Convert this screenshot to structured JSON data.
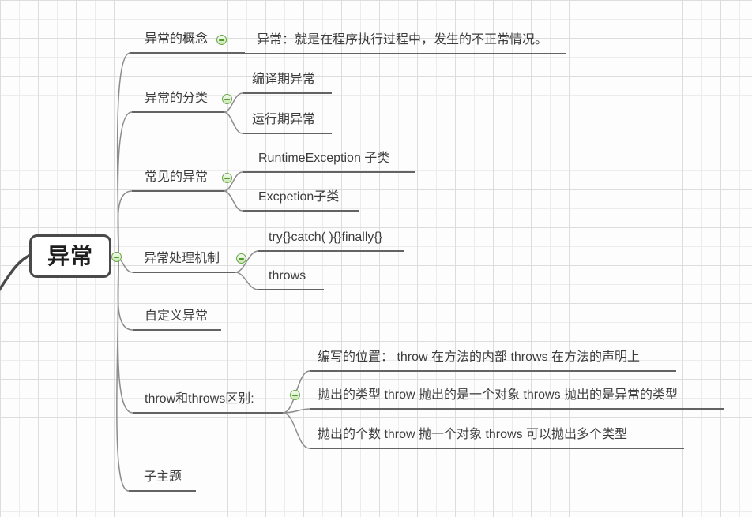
{
  "root": {
    "label": "异常"
  },
  "branches": [
    {
      "label": "异常的概念",
      "children": [
        {
          "label": "异常：就是在程序执行过程中，发生的不正常情况。"
        }
      ]
    },
    {
      "label": "异常的分类",
      "children": [
        {
          "label": "编译期异常"
        },
        {
          "label": "运行期异常"
        }
      ]
    },
    {
      "label": "常见的异常",
      "children": [
        {
          "label": "RuntimeException 子类"
        },
        {
          "label": "Excpetion子类"
        }
      ]
    },
    {
      "label": "异常处理机制",
      "children": [
        {
          "label": "try{}catch( ){}finally{}"
        },
        {
          "label": "throws"
        }
      ]
    },
    {
      "label": "自定义异常",
      "children": []
    },
    {
      "label": "throw和throws区别:",
      "children": [
        {
          "label": "编写的位置：  throw  在方法的内部 throws  在方法的声明上"
        },
        {
          "label": "抛出的类型  throw  抛出的是一个对象 throws 抛出的是异常的类型"
        },
        {
          "label": "抛出的个数   throw  抛一个对象 throws 可以抛出多个类型"
        }
      ]
    },
    {
      "label": "子主题",
      "children": []
    }
  ],
  "icons": {
    "collapse": "minus-circle"
  },
  "colors": {
    "icon_green_border": "#67a746",
    "icon_green_minus": "#4e9a2e",
    "branch_curve": "#8c8c8c",
    "topic_underline": "#636363",
    "root_border": "#4a4a4a",
    "text": "#3c3c3c",
    "grid_minor": "#ececec",
    "grid_major": "#dddddd",
    "background": "#fdfdfd"
  }
}
